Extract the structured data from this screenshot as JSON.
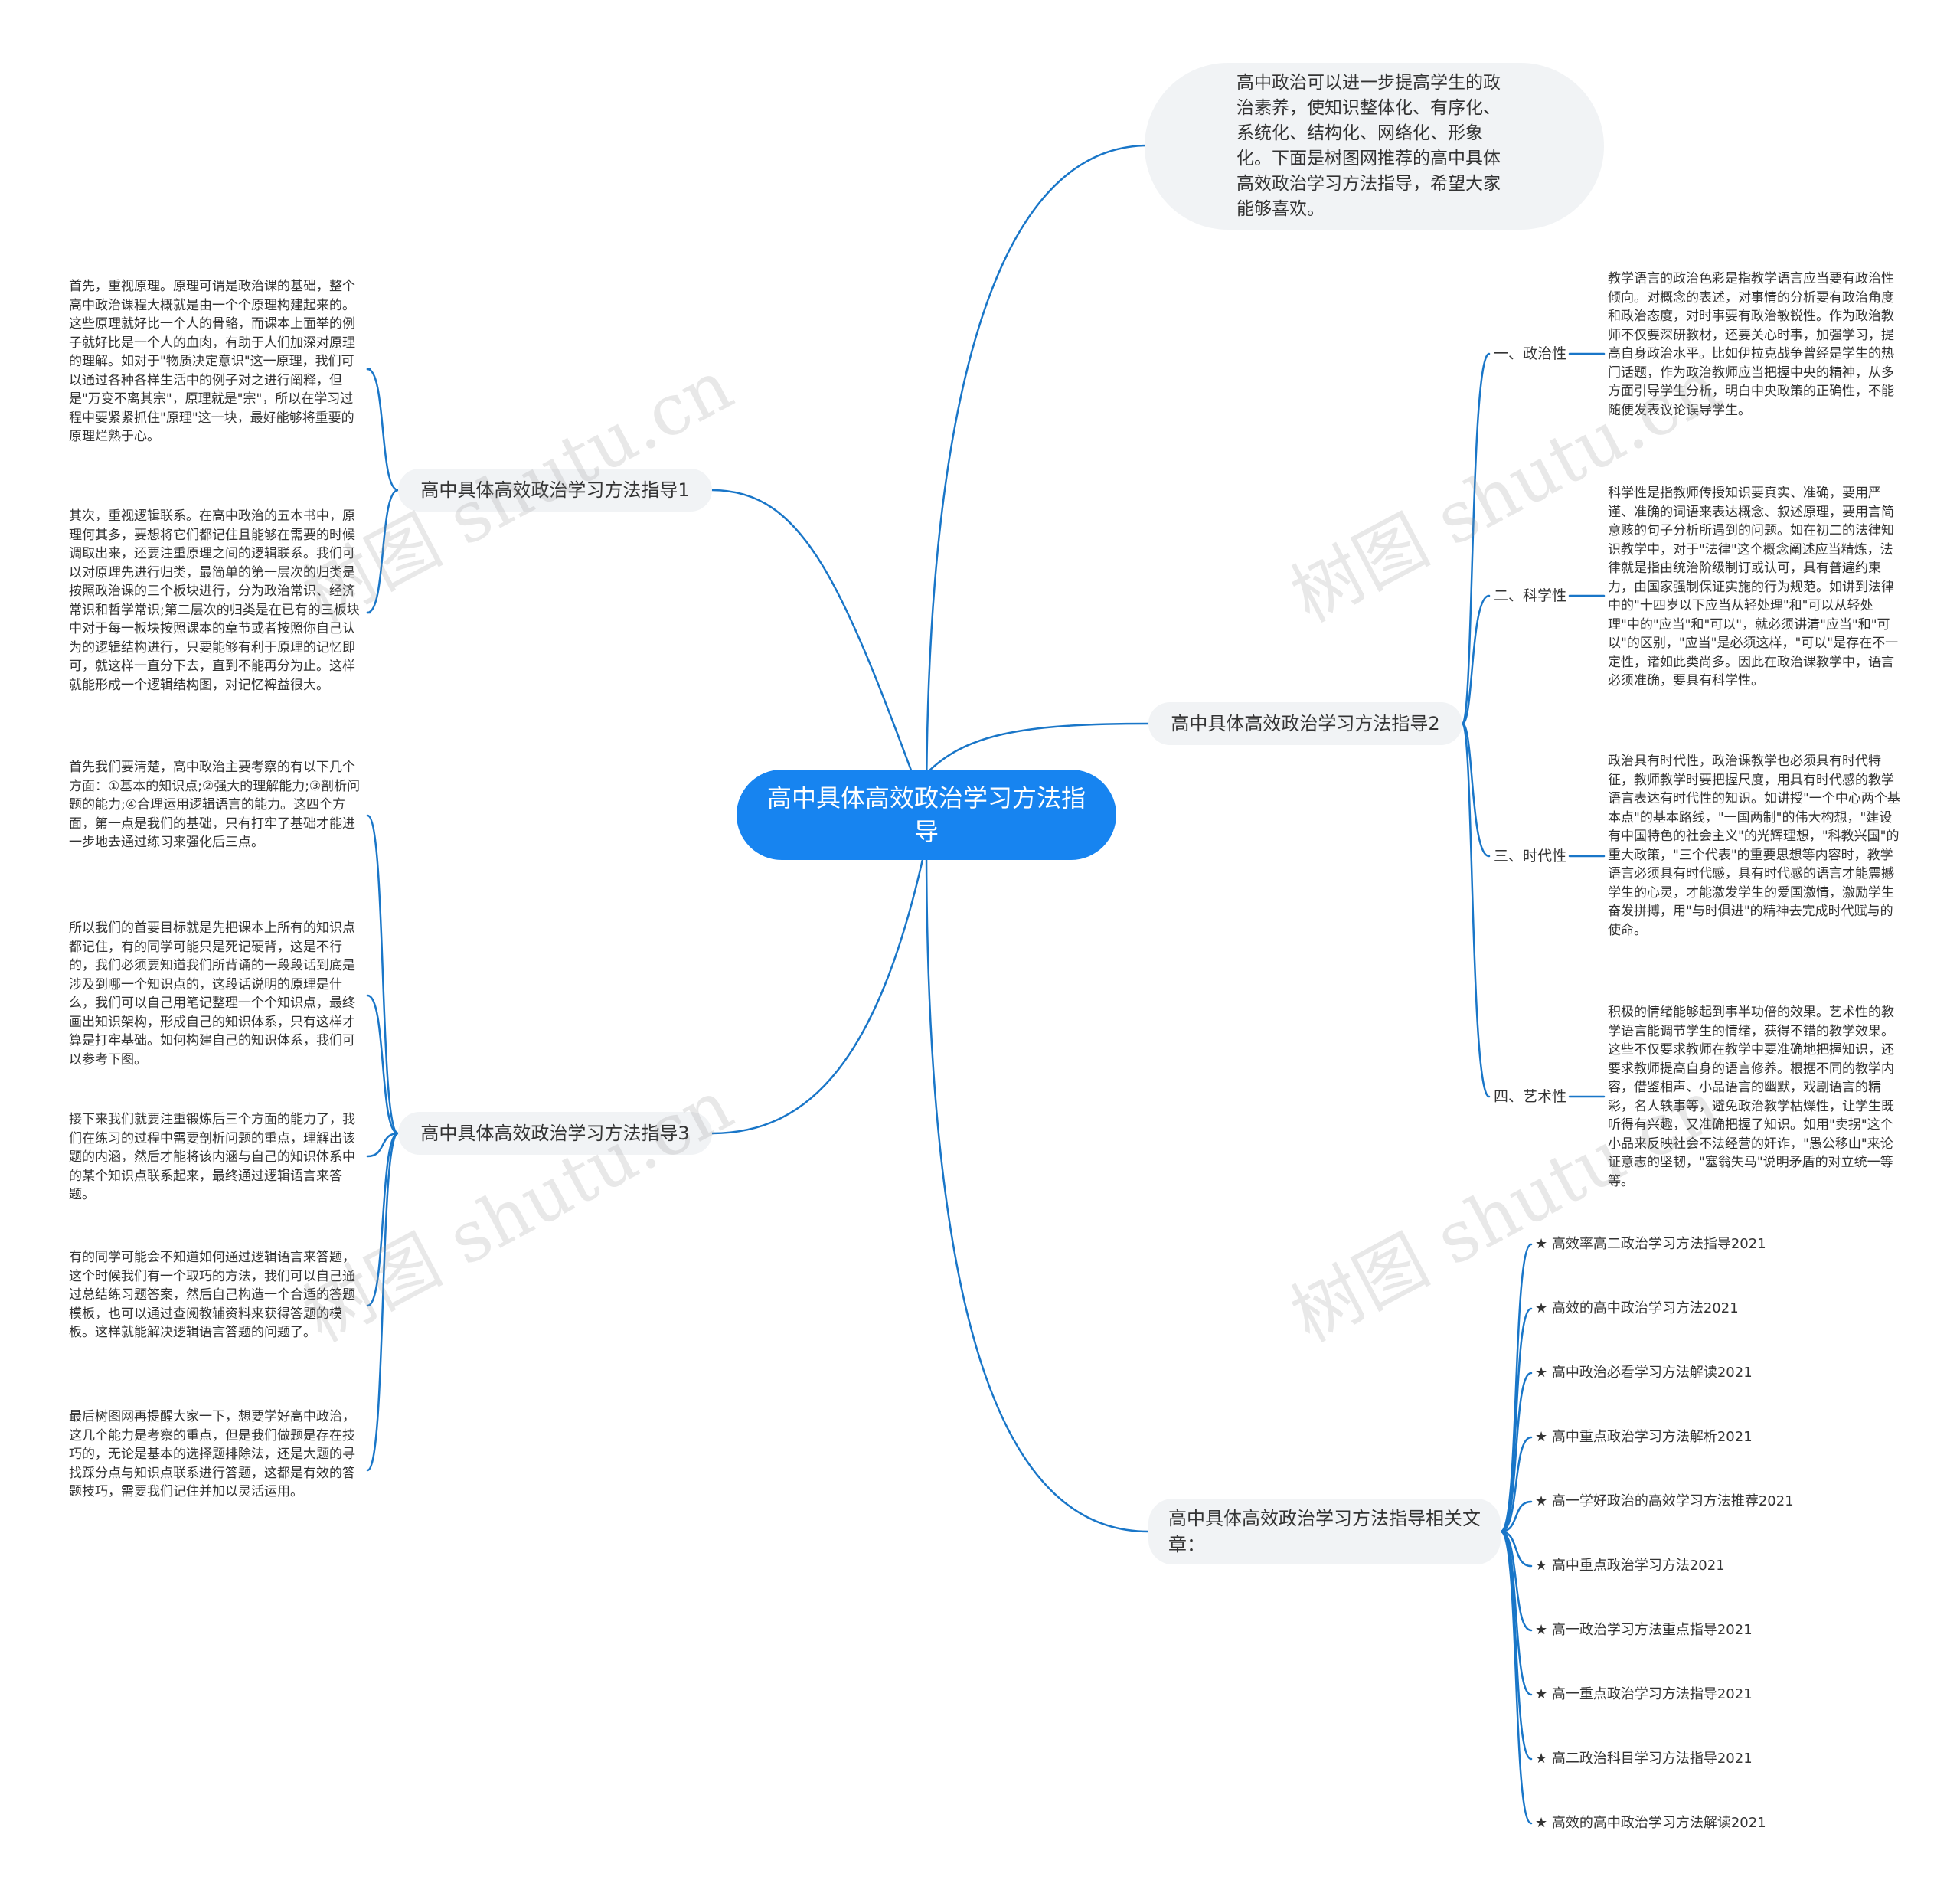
{
  "root": {
    "label": "高中具体高效政治学习方法指导"
  },
  "intro": {
    "text": "高中政治可以进一步提高学生的政治素养，使知识整体化、有序化、系统化、结构化、网络化、形象化。下面是树图网推荐的高中具体高效政治学习方法指导，希望大家能够喜欢。"
  },
  "branch1": {
    "label": "高中具体高效政治学习方法指导1",
    "leaves": [
      "首先，重视原理。原理可谓是政治课的基础，整个高中政治课程大概就是由一个个原理构建起来的。这些原理就好比一个人的骨骼，而课本上面举的例子就好比是一个人的血肉，有助于人们加深对原理的理解。如对于\"物质决定意识\"这一原理，我们可以通过各种各样生活中的例子对之进行阐释，但是\"万变不离其宗\"，原理就是\"宗\"，所以在学习过程中要紧紧抓住\"原理\"这一块，最好能够将重要的原理烂熟于心。",
      "其次，重视逻辑联系。在高中政治的五本书中，原理何其多，要想将它们都记住且能够在需要的时候调取出来，还要注重原理之间的逻辑联系。我们可以对原理先进行归类，最简单的第一层次的归类是按照政治课的三个板块进行，分为政治常识、经济常识和哲学常识;第二层次的归类是在已有的三板块中对于每一板块按照课本的章节或者按照你自己认为的逻辑结构进行，只要能够有利于原理的记忆即可，就这样一直分下去，直到不能再分为止。这样就能形成一个逻辑结构图，对记忆裨益很大。"
    ]
  },
  "branch2": {
    "label": "高中具体高效政治学习方法指导2",
    "subs": [
      {
        "label": "一、政治性",
        "text": "教学语言的政治色彩是指教学语言应当要有政治性倾向。对概念的表述，对事情的分析要有政治角度和政治态度，对时事要有政治敏锐性。作为政治教师不仅要深研教材，还要关心时事，加强学习，提高自身政治水平。比如伊拉克战争曾经是学生的热门话题，作为政治教师应当把握中央的精神，从多方面引导学生分析，明白中央政策的正确性，不能随便发表议论误导学生。"
      },
      {
        "label": "二、科学性",
        "text": "科学性是指教师传授知识要真实、准确，要用严谨、准确的词语来表达概念、叙述原理，要用言简意赅的句子分析所遇到的问题。如在初二的法律知识教学中，对于\"法律\"这个概念阐述应当精炼，法律就是指由统治阶级制订或认可，具有普遍约束力，由国家强制保证实施的行为规范。如讲到法律中的\"十四岁以下应当从轻处理\"和\"可以从轻处理\"中的\"应当\"和\"可以\"，就必须讲清\"应当\"和\"可以\"的区别，\"应当\"是必须这样，\"可以\"是存在不一定性，诸如此类尚多。因此在政治课教学中，语言必须准确，要具有科学性。"
      },
      {
        "label": "三、时代性",
        "text": "政治具有时代性，政治课教学也必须具有时代特征，教师教学时要把握尺度，用具有时代感的教学语言表达有时代性的知识。如讲授\"一个中心两个基本点\"的基本路线，\"一国两制\"的伟大构想，\"建设有中国特色的社会主义\"的光辉理想，\"科教兴国\"的重大政策，\"三个代表\"的重要思想等内容时，教学语言必须具有时代感，具有时代感的语言才能震撼学生的心灵，才能激发学生的爱国激情，激励学生奋发拼搏，用\"与时俱进\"的精神去完成时代赋与的使命。"
      },
      {
        "label": "四、艺术性",
        "text": "积极的情绪能够起到事半功倍的效果。艺术性的教学语言能调节学生的情绪，获得不错的教学效果。这些不仅要求教师在教学中要准确地把握知识，还要求教师提高自身的语言修养。根据不同的教学内容，借鉴相声、小品语言的幽默，戏剧语言的精彩，名人轶事等，避免政治教学枯燥性，让学生既听得有兴趣，又准确把握了知识。如用\"卖拐\"这个小品来反映社会不法经营的奸诈，\"愚公移山\"来论证意志的坚韧，\"塞翁失马\"说明矛盾的对立统一等等。"
      }
    ]
  },
  "branch3": {
    "label": "高中具体高效政治学习方法指导3",
    "leaves": [
      "首先我们要清楚，高中政治主要考察的有以下几个方面：①基本的知识点;②强大的理解能力;③剖析问题的能力;④合理运用逻辑语言的能力。这四个方面，第一点是我们的基础，只有打牢了基础才能进一步地去通过练习来强化后三点。",
      "所以我们的首要目标就是先把课本上所有的知识点都记住，有的同学可能只是死记硬背，这是不行的，我们必须要知道我们所背诵的一段段话到底是涉及到哪一个知识点的，这段话说明的原理是什么，我们可以自己用笔记整理一个个知识点，最终画出知识架构，形成自己的知识体系，只有这样才算是打牢基础。如何构建自己的知识体系，我们可以参考下图。",
      "接下来我们就要注重锻炼后三个方面的能力了，我们在练习的过程中需要剖析问题的重点，理解出该题的内涵，然后才能将该内涵与自己的知识体系中的某个知识点联系起来，最终通过逻辑语言来答题。",
      "有的同学可能会不知道如何通过逻辑语言来答题，这个时候我们有一个取巧的方法，我们可以自己通过总结练习题答案，然后自己构造一个合适的答题模板，也可以通过查阅教辅资料来获得答题的模板。这样就能解决逻辑语言答题的问题了。",
      "最后树图网再提醒大家一下，想要学好高中政治，这几个能力是考察的重点，但是我们做题是存在技巧的，无论是基本的选择题排除法，还是大题的寻找踩分点与知识点联系进行答题，这都是有效的答题技巧，需要我们记住并加以灵活运用。"
    ]
  },
  "branch4": {
    "label": "高中具体高效政治学习方法指导相关文章：",
    "items": [
      "★ 高效率高二政治学习方法指导2021",
      "★ 高效的高中政治学习方法2021",
      "★ 高中政治必看学习方法解读2021",
      "★ 高中重点政治学习方法解析2021",
      "★ 高一学好政治的高效学习方法推荐2021",
      "★ 高中重点政治学习方法2021",
      "★ 高一政治学习方法重点指导2021",
      "★ 高一重点政治学习方法指导2021",
      "★ 高二政治科目学习方法指导2021",
      "★ 高效的高中政治学习方法解读2021"
    ]
  },
  "watermark": "树图 shutu.cn",
  "colors": {
    "accent": "#1784f0",
    "line": "#1976c8",
    "node_bg": "#f1f3f5",
    "text": "#333333"
  }
}
